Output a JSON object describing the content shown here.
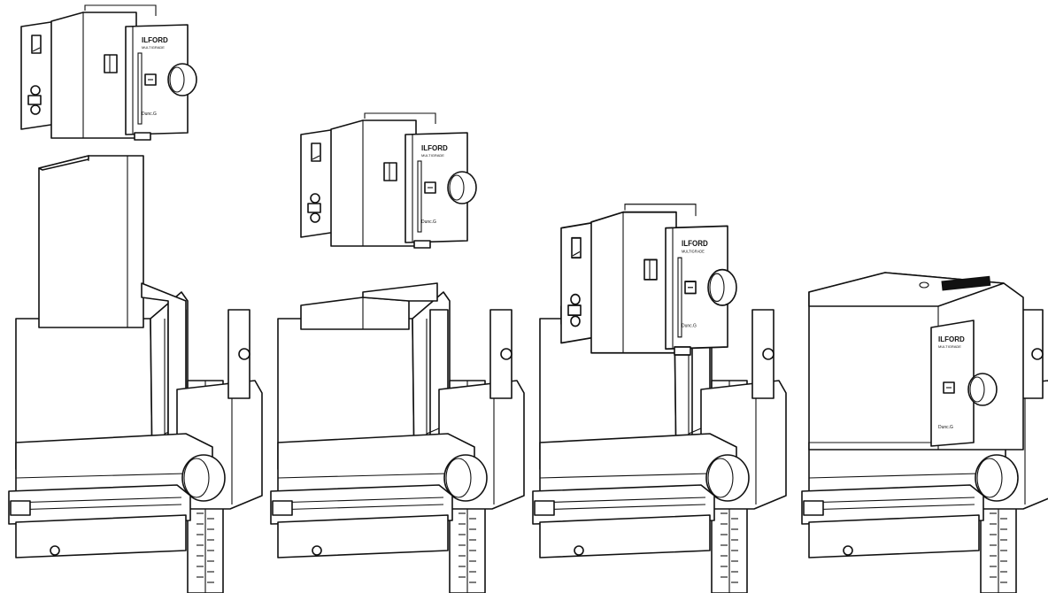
{
  "figure": {
    "panels": [
      {
        "name": "panel-1",
        "state": "head-lifted-with-mixing-box",
        "brand": "ILFORD",
        "model": "MULTIGRADE",
        "unit_label": "Dunc.G"
      },
      {
        "name": "panel-2",
        "state": "head-lifted-with-low-box",
        "brand": "ILFORD",
        "model": "MULTIGRADE",
        "unit_label": "Dunc.G"
      },
      {
        "name": "panel-3",
        "state": "head-mounted",
        "brand": "ILFORD",
        "model": "MULTIGRADE",
        "unit_label": "Dunc.G"
      },
      {
        "name": "panel-4",
        "state": "cover-fitted",
        "brand": "ILFORD",
        "model": "MULTIGRADE",
        "unit_label": "Dunc.G"
      }
    ],
    "line_color": "#111111",
    "background": "#ffffff"
  }
}
